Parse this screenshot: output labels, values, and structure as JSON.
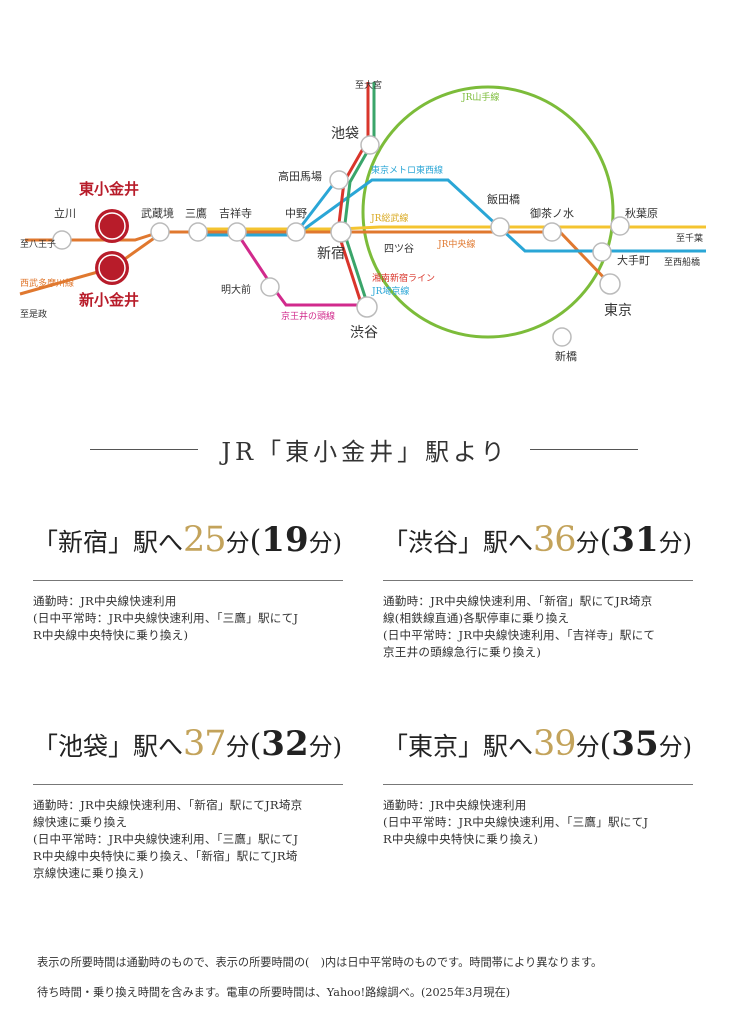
{
  "map": {
    "labels": {
      "to_omiya": "至大宮",
      "yamanote": "JR山手線",
      "ikebukuro": "池袋",
      "takadanobaba": "高田馬場",
      "tozai": "東京メトロ東西線",
      "iidabashi": "飯田橋",
      "ochanomizu": "御茶ノ水",
      "akihabara": "秋葉原",
      "higashi_koganei": "東小金井",
      "tachikawa": "立川",
      "musashisakai": "武蔵境",
      "mitaka": "三鷹",
      "kichijoji": "吉祥寺",
      "nakano": "中野",
      "sobu": "JR総武線",
      "to_chiba": "至千葉",
      "to_hachioji": "至八王子",
      "shinjuku": "新宿",
      "yotsuya": "四ツ谷",
      "chuo": "JR中央線",
      "otemachi": "大手町",
      "to_nishifunabashi": "至西船橋",
      "seibu_tamagawa": "西武多摩川線",
      "meidaimae": "明大前",
      "shonan_shinjuku": "湘南新宿ライン",
      "saikyo": "JR埼京線",
      "tokyo": "東京",
      "shin_koganei": "新小金井",
      "to_koremasa": "至是政",
      "inokashira": "京王井の頭線",
      "shibuya": "渋谷",
      "shinbashi": "新橋"
    },
    "colors": {
      "yamanote": "#7cbc3a",
      "chuo": "#e0782f",
      "sobu": "#f4c430",
      "tozai": "#2aa6d6",
      "saikyo": "#3aa56a",
      "shonan": "#d9352b",
      "inokashira": "#d12a8c",
      "seibu": "#e0782f",
      "station_red": "#b81c2a"
    }
  },
  "heading": "JR「東小金井」駅より",
  "routes": [
    {
      "dest": "「新宿」駅へ",
      "minutes": "25",
      "unit": "分",
      "alt_open": "(",
      "alt": "19",
      "alt_unit": "分)",
      "lines": [
        "通勤時：JR中央線快速利用",
        "(日中平常時：JR中央線快速利用、「三鷹」駅にてJ",
        "R中央線中央特快に乗り換え)"
      ]
    },
    {
      "dest": "「渋谷」駅へ",
      "minutes": "36",
      "unit": "分",
      "alt_open": "(",
      "alt": "31",
      "alt_unit": "分)",
      "lines": [
        "通勤時：JR中央線快速利用、「新宿」駅にてJR埼京",
        "線(相鉄線直通)各駅停車に乗り換え",
        "(日中平常時：JR中央線快速利用、「吉祥寺」駅にて",
        "京王井の頭線急行に乗り換え)"
      ]
    },
    {
      "dest": "「池袋」駅へ",
      "minutes": "37",
      "unit": "分",
      "alt_open": "(",
      "alt": "32",
      "alt_unit": "分)",
      "lines": [
        "通勤時：JR中央線快速利用、「新宿」駅にてJR埼京",
        "線快速に乗り換え",
        "(日中平常時：JR中央線快速利用、「三鷹」駅にてJ",
        "R中央線中央特快に乗り換え、「新宿」駅にてJR埼",
        "京線快速に乗り換え)"
      ]
    },
    {
      "dest": "「東京」駅へ",
      "minutes": "39",
      "unit": "分",
      "alt_open": "(",
      "alt": "35",
      "alt_unit": "分)",
      "lines": [
        "通勤時：JR中央線快速利用",
        "(日中平常時：JR中央線快速利用、「三鷹」駅にてJ",
        "R中央線中央特快に乗り換え)"
      ]
    }
  ],
  "note": [
    "表示の所要時間は通勤時のもので、表示の所要時間の(　)内は日中平常時のものです。時間帯により異なります。",
    "待ち時間・乗り換え時間を含みます。電車の所要時間は、Yahoo!路線調べ。(2025年3月現在)"
  ]
}
